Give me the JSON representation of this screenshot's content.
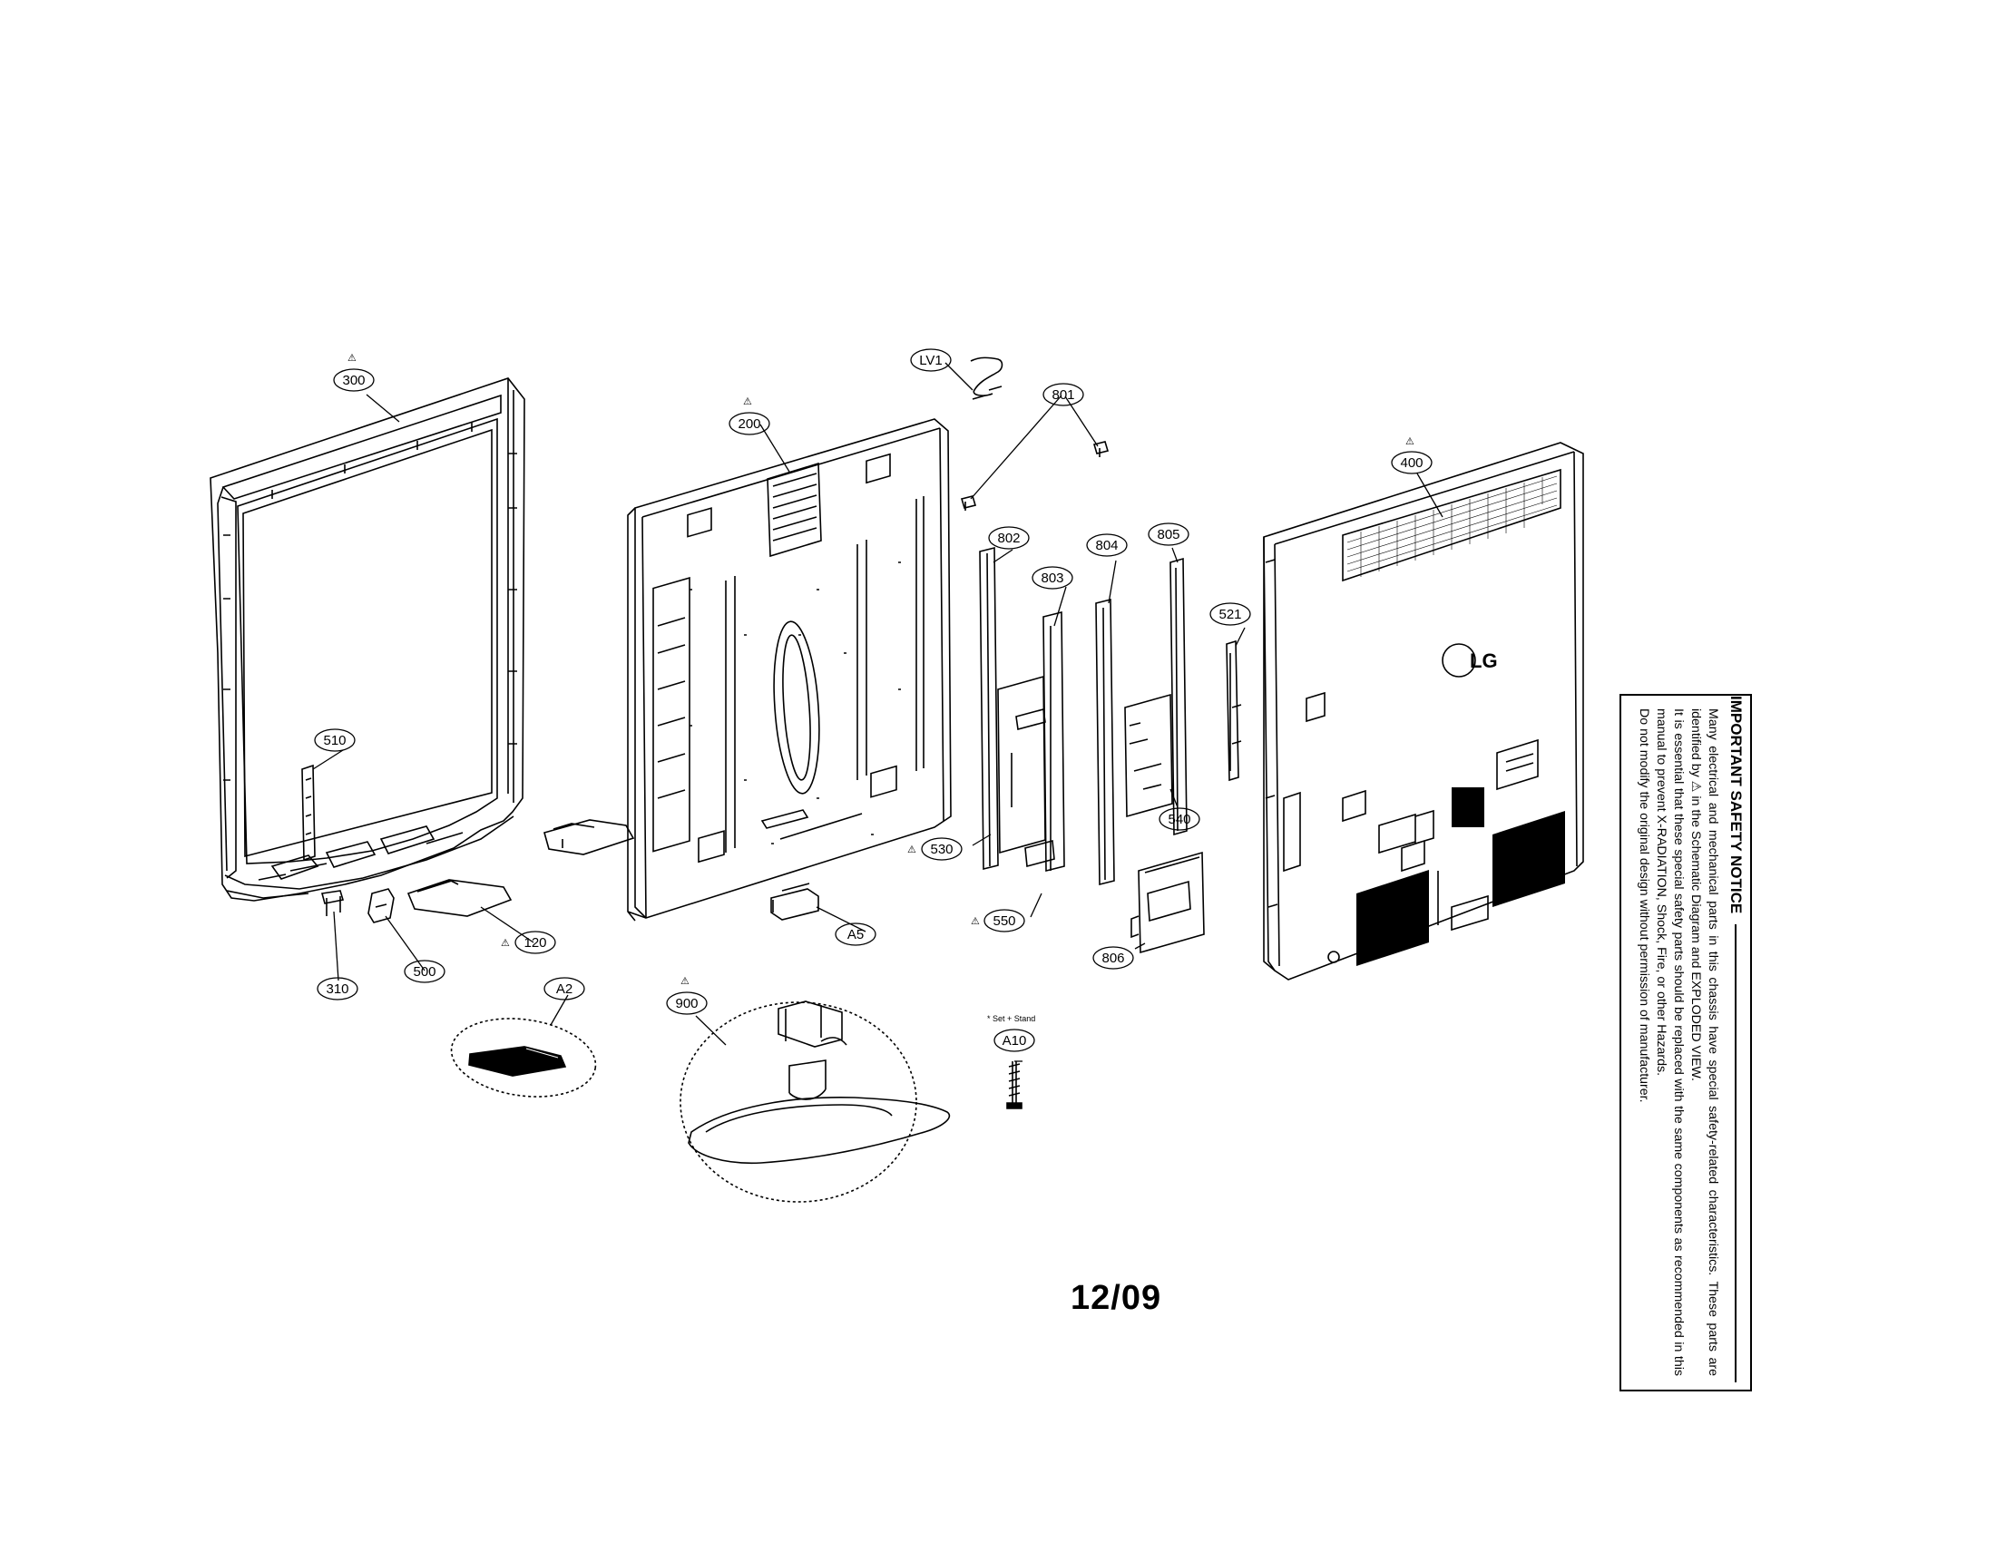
{
  "parts": {
    "p300": "300",
    "p200": "200",
    "lv1": "LV1",
    "p801": "801",
    "p400": "400",
    "p802": "802",
    "p803": "803",
    "p804": "804",
    "p805": "805",
    "p521": "521",
    "p510": "510",
    "p530": "530",
    "p540": "540",
    "p550": "550",
    "p806": "806",
    "p120": "120",
    "a5": "A5",
    "p310": "310",
    "p500": "500",
    "a2": "A2",
    "p900": "900",
    "a10": "A10"
  },
  "set_stand_note": "* Set + Stand",
  "warning_symbol": "⚠",
  "date_code": "12/09",
  "brand_logo_text": "LG",
  "safety_notice": {
    "title": "IMPORTANT SAFETY NOTICE",
    "line1": "Many electrical and mechanical parts in this chassis have special safety-related characteristics. These parts are identified by",
    "line1b": "in the Schematic Diagram and EXPLODED VIEW.",
    "line2": "It is essential that these special safety parts should be replaced with the same components as recommended in this manual to prevent X-RADIATION, Shock, Fire, or other Hazards.",
    "line3": "Do not modify the original design without permission of manufacturer."
  }
}
